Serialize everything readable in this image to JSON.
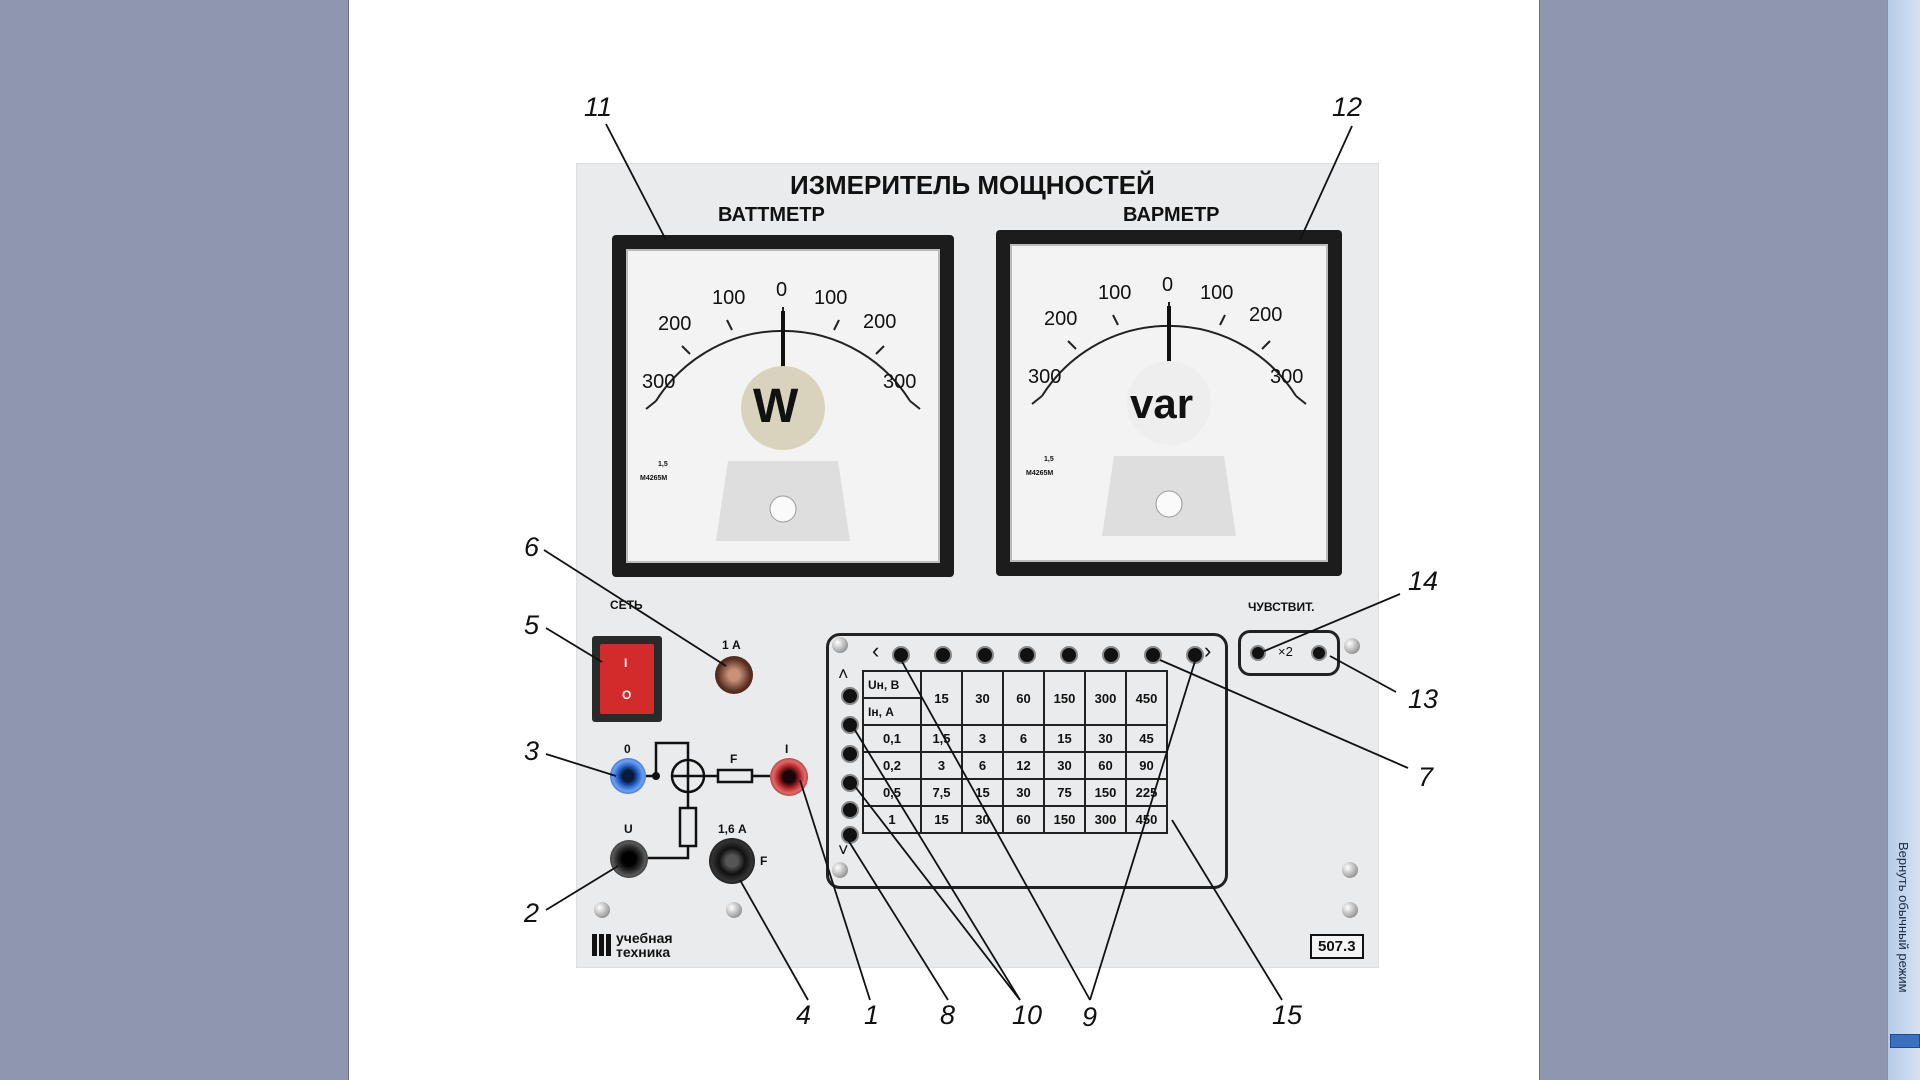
{
  "window": {
    "side_button_label": "Вернуть обычный режим"
  },
  "panel": {
    "title": "ИЗМЕРИТЕЛЬ МОЩНОСТЕЙ",
    "wattmeter_label": "ВАТТМЕТР",
    "varmeter_label": "ВАРМЕТР",
    "network_label": "СЕТЬ",
    "fuse_1_label": "1 А",
    "fuse_2_label": "1,6 А",
    "fuse_letter": "F",
    "terminal_0": "0",
    "terminal_i": "I",
    "terminal_u": "U",
    "circuit_fuse": "F",
    "sensitivity_label": "ЧУВСТВИТ.",
    "x2_label": "×2",
    "brand_line1": "учебная",
    "brand_line2": "техника",
    "model": "507.3",
    "switch_on": "I",
    "switch_off": "O"
  },
  "wattmeter": {
    "unit": "W",
    "scale_labels": [
      "300",
      "200",
      "100",
      "0",
      "100",
      "200",
      "300"
    ],
    "maker_mark": "M4265M",
    "class_mark": "1,5"
  },
  "varmeter": {
    "unit": "var",
    "scale_labels": [
      "300",
      "200",
      "100",
      "0",
      "100",
      "200",
      "300"
    ],
    "maker_mark": "M4265M",
    "class_mark": "1,5"
  },
  "range_table": {
    "header_row1": "Uн, В",
    "header_row2": "Iн, А",
    "voltages": [
      "15",
      "30",
      "60",
      "150",
      "300",
      "450"
    ],
    "rows": [
      {
        "current": "0,1",
        "values": [
          "1,5",
          "3",
          "6",
          "15",
          "30",
          "45"
        ]
      },
      {
        "current": "0,2",
        "values": [
          "3",
          "6",
          "12",
          "30",
          "60",
          "90"
        ]
      },
      {
        "current": "0,5",
        "values": [
          "7,5",
          "15",
          "30",
          "75",
          "150",
          "225"
        ]
      },
      {
        "current": "1",
        "values": [
          "15",
          "30",
          "60",
          "150",
          "300",
          "450"
        ]
      }
    ]
  },
  "callouts": {
    "c1": "1",
    "c2": "2",
    "c3": "3",
    "c4": "4",
    "c5": "5",
    "c6": "6",
    "c7": "7",
    "c8": "8",
    "c9": "9",
    "c10": "10",
    "c11": "11",
    "c12": "12",
    "c13": "13",
    "c14": "14",
    "c15": "15"
  },
  "colors": {
    "background": "#8e97ad",
    "panel": "#e9ebec",
    "switch": "#d32b2b",
    "jack_blue": "#1f5fc9",
    "jack_red": "#b3262a"
  }
}
